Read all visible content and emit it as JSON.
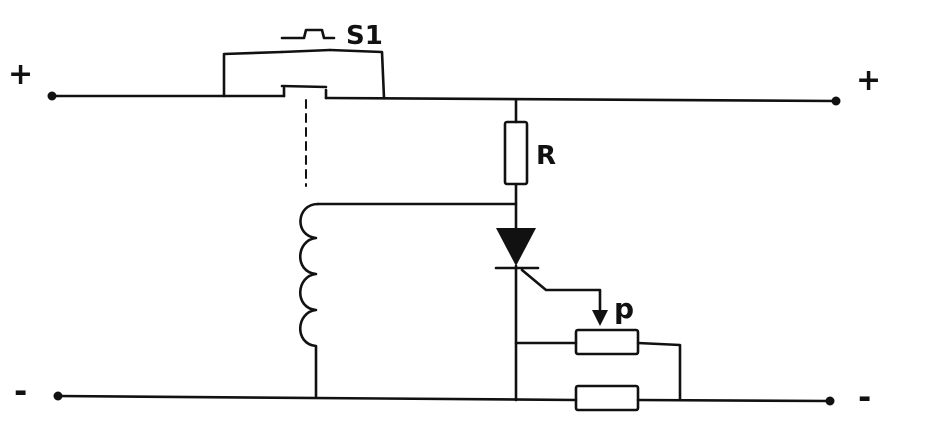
{
  "labels": {
    "switch": "S1",
    "resistor": "R",
    "potentiometer": "p",
    "plus_left": "+",
    "plus_right": "+",
    "minus_left": "-",
    "minus_right": "-"
  },
  "colors": {
    "ink": "#111111",
    "paper": "#ffffff"
  }
}
